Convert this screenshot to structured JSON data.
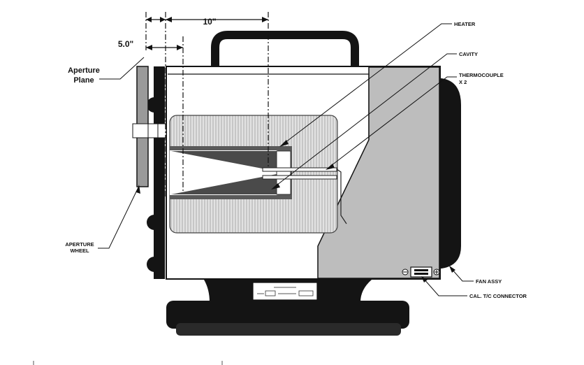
{
  "dimensions": {
    "ten_inch": "10\"",
    "five_inch": "5.0\""
  },
  "labels": {
    "aperture_plane_line1": "Aperture",
    "aperture_plane_line2": "Plane",
    "heater": "HEATER",
    "cavity": "CAVITY",
    "thermocouple_line1": "THERMOCOUPLE",
    "thermocouple_line2": "X 2",
    "aperture_wheel_line1": "APERTURE",
    "aperture_wheel_line2": "WHEEL",
    "fan_assy": "FAN ASSY",
    "cal_tc_connector": "CAL. T/C CONNECTOR"
  },
  "colors": {
    "ink": "#111111",
    "housing_gray": "#bdbdbd",
    "plate_gray": "#9a9a9a",
    "insulation": "#d4d4d4",
    "cavity_dark": "#555555"
  }
}
